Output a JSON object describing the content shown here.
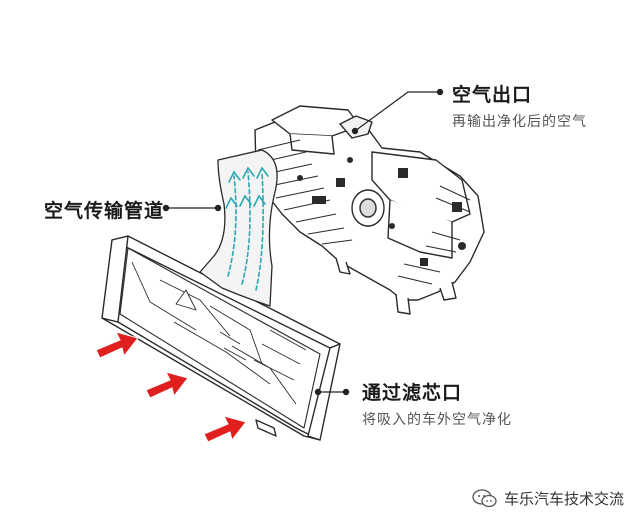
{
  "labels": {
    "outlet_title": "空气出口",
    "outlet_desc": "再输出净化后的空气",
    "duct_title": "空气传输管道",
    "filter_title": "通过滤芯口",
    "filter_desc": "将吸入的车外空气净化"
  },
  "watermark": {
    "text": "车乐汽车技术交流",
    "icon": "wechat-icon"
  },
  "colors": {
    "arrow": "#e0201e",
    "airflow": "#2aa7b4",
    "line": "#222222"
  }
}
